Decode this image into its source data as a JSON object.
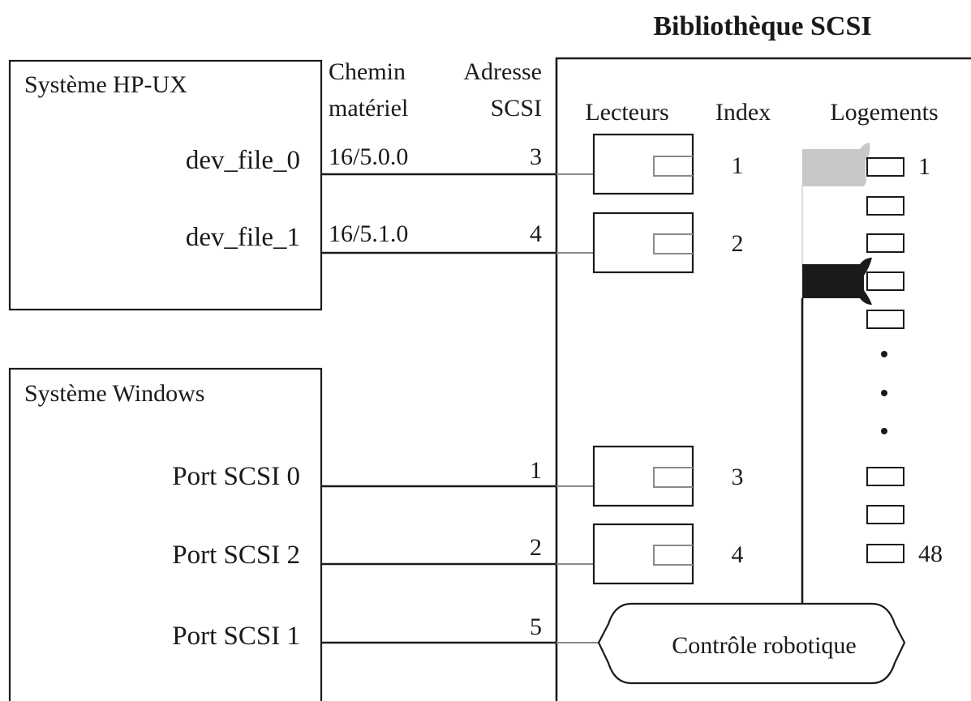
{
  "library": {
    "title": "Bibliothèque SCSI",
    "headers": {
      "drives": "Lecteurs",
      "index": "Index",
      "slots": "Logements"
    },
    "robotic_control": "Contrôle robotique",
    "slot_labels": {
      "first": "1",
      "last": "48"
    }
  },
  "columns": {
    "hardware_path_line1": "Chemin",
    "hardware_path_line2": "matériel",
    "scsi_address_line1": "Adresse",
    "scsi_address_line2": "SCSI"
  },
  "hpux": {
    "title": "Système HP-UX",
    "rows": [
      {
        "device": "dev_file_0",
        "path": "16/5.0.0",
        "address": "3",
        "index": "1"
      },
      {
        "device": "dev_file_1",
        "path": "16/5.1.0",
        "address": "4",
        "index": "2"
      }
    ]
  },
  "windows": {
    "title": "Système Windows",
    "rows": [
      {
        "device": "Port SCSI 0",
        "address": "1",
        "index": "3"
      },
      {
        "device": "Port SCSI 2",
        "address": "2",
        "index": "4"
      },
      {
        "device": "Port SCSI 1",
        "address": "5"
      }
    ]
  },
  "colors": {
    "line": "#1a1a1a",
    "drive_connector": "#8a8a8a",
    "picker_light": "#c8c8c8",
    "picker_dark": "#1a1a1a"
  }
}
